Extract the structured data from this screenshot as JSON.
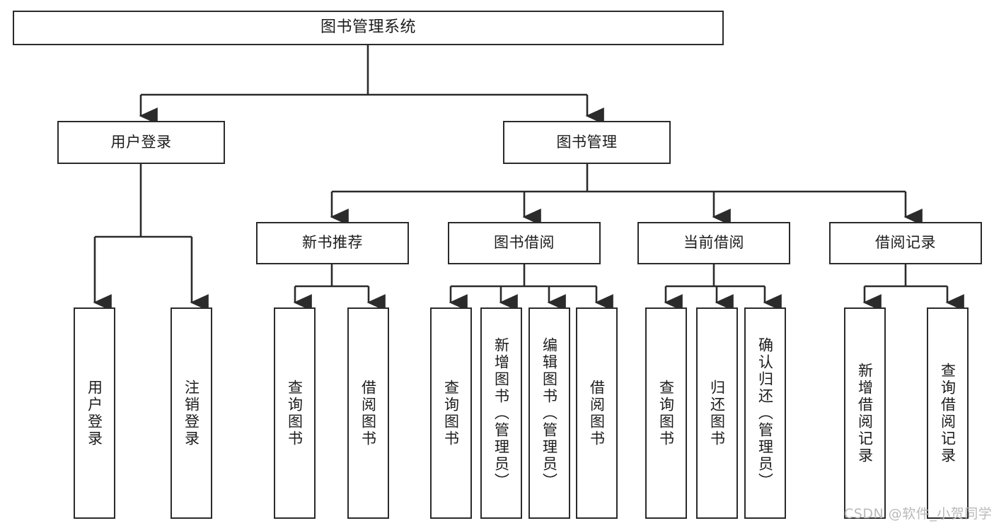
{
  "diagram": {
    "type": "tree-hierarchy-chart",
    "title": "图书管理系统",
    "orientation": "top-down",
    "colors": {
      "box_border": "#2b2b2b",
      "box_fill": "#ffffff",
      "connector": "#2b2b2b",
      "text": "#1c1c1c",
      "watermark": "#b9b9b9",
      "background": "#ffffff"
    },
    "nodes": {
      "root": {
        "label": "图书管理系统"
      },
      "level1": [
        {
          "id": "user-login",
          "label": "用户登录"
        },
        {
          "id": "book-management",
          "label": "图书管理"
        }
      ],
      "level2": [
        {
          "id": "new-book-recommend",
          "label": "新书推荐",
          "parent": "book-management"
        },
        {
          "id": "book-borrow",
          "label": "图书借阅",
          "parent": "book-management"
        },
        {
          "id": "current-borrow",
          "label": "当前借阅",
          "parent": "book-management"
        },
        {
          "id": "borrow-record",
          "label": "借阅记录",
          "parent": "book-management"
        }
      ],
      "leaves": {
        "user-login": [
          {
            "id": "leaf-user-login",
            "label": "用户登录"
          },
          {
            "id": "leaf-logout-login",
            "label": "注销登录"
          }
        ],
        "new-book-recommend": [
          {
            "id": "leaf-query-book-1",
            "label": "查询图书"
          },
          {
            "id": "leaf-borrow-book-1",
            "label": "借阅图书"
          }
        ],
        "book-borrow": [
          {
            "id": "leaf-query-book-2",
            "label": "查询图书"
          },
          {
            "id": "leaf-add-book-admin",
            "label": "新增图书（管理员）"
          },
          {
            "id": "leaf-edit-book-admin",
            "label": "编辑图书（管理员）"
          },
          {
            "id": "leaf-borrow-book-2",
            "label": "借阅图书"
          }
        ],
        "current-borrow": [
          {
            "id": "leaf-query-book-3",
            "label": "查询图书"
          },
          {
            "id": "leaf-return-book",
            "label": "归还图书"
          },
          {
            "id": "leaf-confirm-return-admin",
            "label": "确认归还（管理员）"
          }
        ],
        "borrow-record": [
          {
            "id": "leaf-add-borrow-record",
            "label": "新增借阅记录"
          },
          {
            "id": "leaf-query-borrow-record",
            "label": "查询借阅记录"
          }
        ]
      }
    },
    "watermark": "CSDN @软件_小贺同学"
  }
}
